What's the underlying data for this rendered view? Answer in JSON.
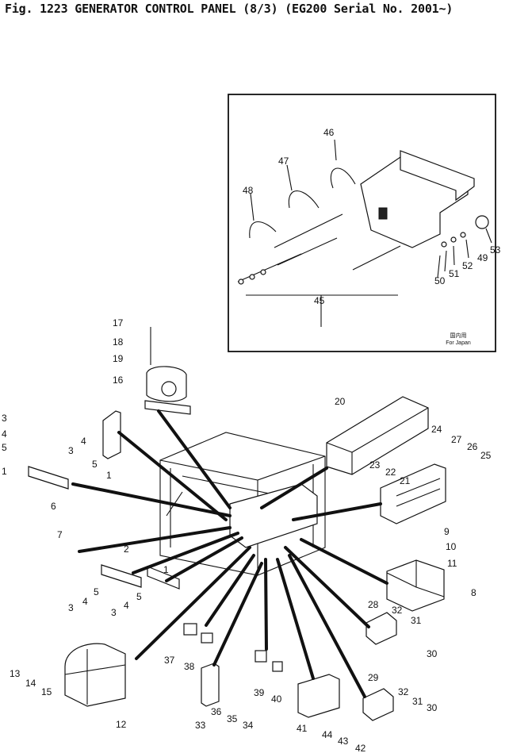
{
  "header": {
    "title": "Fig. 1223  GENERATOR CONTROL PANEL (8/3)  (EG200 Serial No. 2001~)"
  },
  "inset": {
    "note_jp": "国内用",
    "note_en": "For Japan"
  },
  "callouts": [
    {
      "label": "46"
    },
    {
      "label": "47"
    },
    {
      "label": "48"
    },
    {
      "label": "45"
    },
    {
      "label": "53"
    },
    {
      "label": "49"
    },
    {
      "label": "52"
    },
    {
      "label": "51"
    },
    {
      "label": "50"
    },
    {
      "label": "17"
    },
    {
      "label": "18"
    },
    {
      "label": "19"
    },
    {
      "label": "16"
    },
    {
      "label": "3"
    },
    {
      "label": "4"
    },
    {
      "label": "5"
    },
    {
      "label": "1"
    },
    {
      "label": "3"
    },
    {
      "label": "4"
    },
    {
      "label": "5"
    },
    {
      "label": "1"
    },
    {
      "label": "20"
    },
    {
      "label": "24"
    },
    {
      "label": "27"
    },
    {
      "label": "26"
    },
    {
      "label": "25"
    },
    {
      "label": "23"
    },
    {
      "label": "22"
    },
    {
      "label": "21"
    },
    {
      "label": "6"
    },
    {
      "label": "7"
    },
    {
      "label": "2"
    },
    {
      "label": "3"
    },
    {
      "label": "4"
    },
    {
      "label": "5"
    },
    {
      "label": "9"
    },
    {
      "label": "10"
    },
    {
      "label": "11"
    },
    {
      "label": "8"
    },
    {
      "label": "1"
    },
    {
      "label": "3"
    },
    {
      "label": "4"
    },
    {
      "label": "5"
    },
    {
      "label": "28"
    },
    {
      "label": "32"
    },
    {
      "label": "31"
    },
    {
      "label": "30"
    },
    {
      "label": "37"
    },
    {
      "label": "38"
    },
    {
      "label": "13"
    },
    {
      "label": "14"
    },
    {
      "label": "15"
    },
    {
      "label": "12"
    },
    {
      "label": "39"
    },
    {
      "label": "40"
    },
    {
      "label": "29"
    },
    {
      "label": "32"
    },
    {
      "label": "31"
    },
    {
      "label": "30"
    },
    {
      "label": "33"
    },
    {
      "label": "36"
    },
    {
      "label": "35"
    },
    {
      "label": "34"
    },
    {
      "label": "41"
    },
    {
      "label": "44"
    },
    {
      "label": "43"
    },
    {
      "label": "42"
    }
  ]
}
